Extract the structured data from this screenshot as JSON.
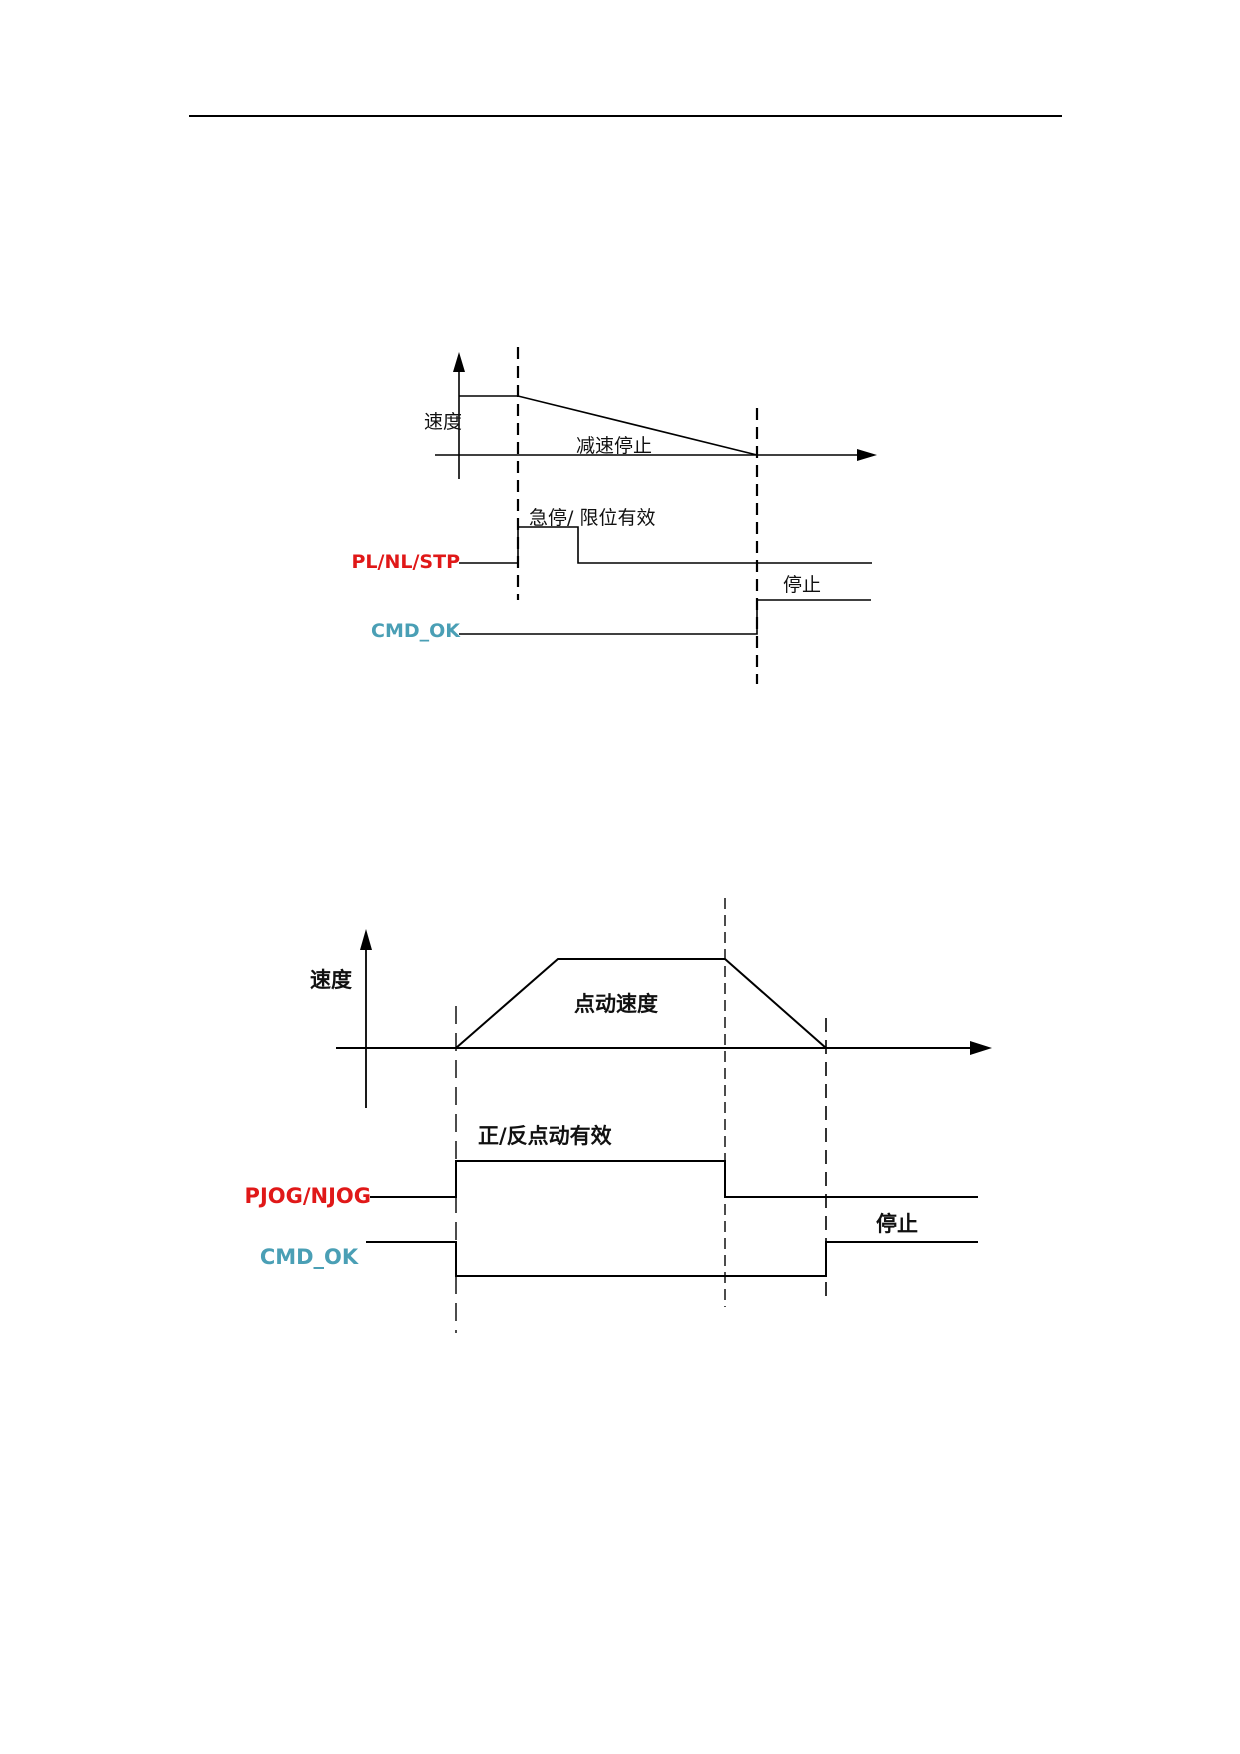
{
  "diagram1": {
    "speed_label": "速度",
    "decel_label": "减速停止",
    "signal_active_label": "急停/ 限位有效",
    "signal1_name": "PL/NL/STP",
    "signal2_name": "CMD_OK",
    "stop_label": "停止"
  },
  "diagram2": {
    "speed_label": "速度",
    "jog_speed_label": "点动速度",
    "signal_active_label": "正/反点动有效",
    "signal1_name": "PJOG/NJOG",
    "signal2_name": "CMD_OK",
    "stop_label": "停止"
  },
  "colors": {
    "signal1": "#e01818",
    "signal2": "#4a9fb5"
  }
}
